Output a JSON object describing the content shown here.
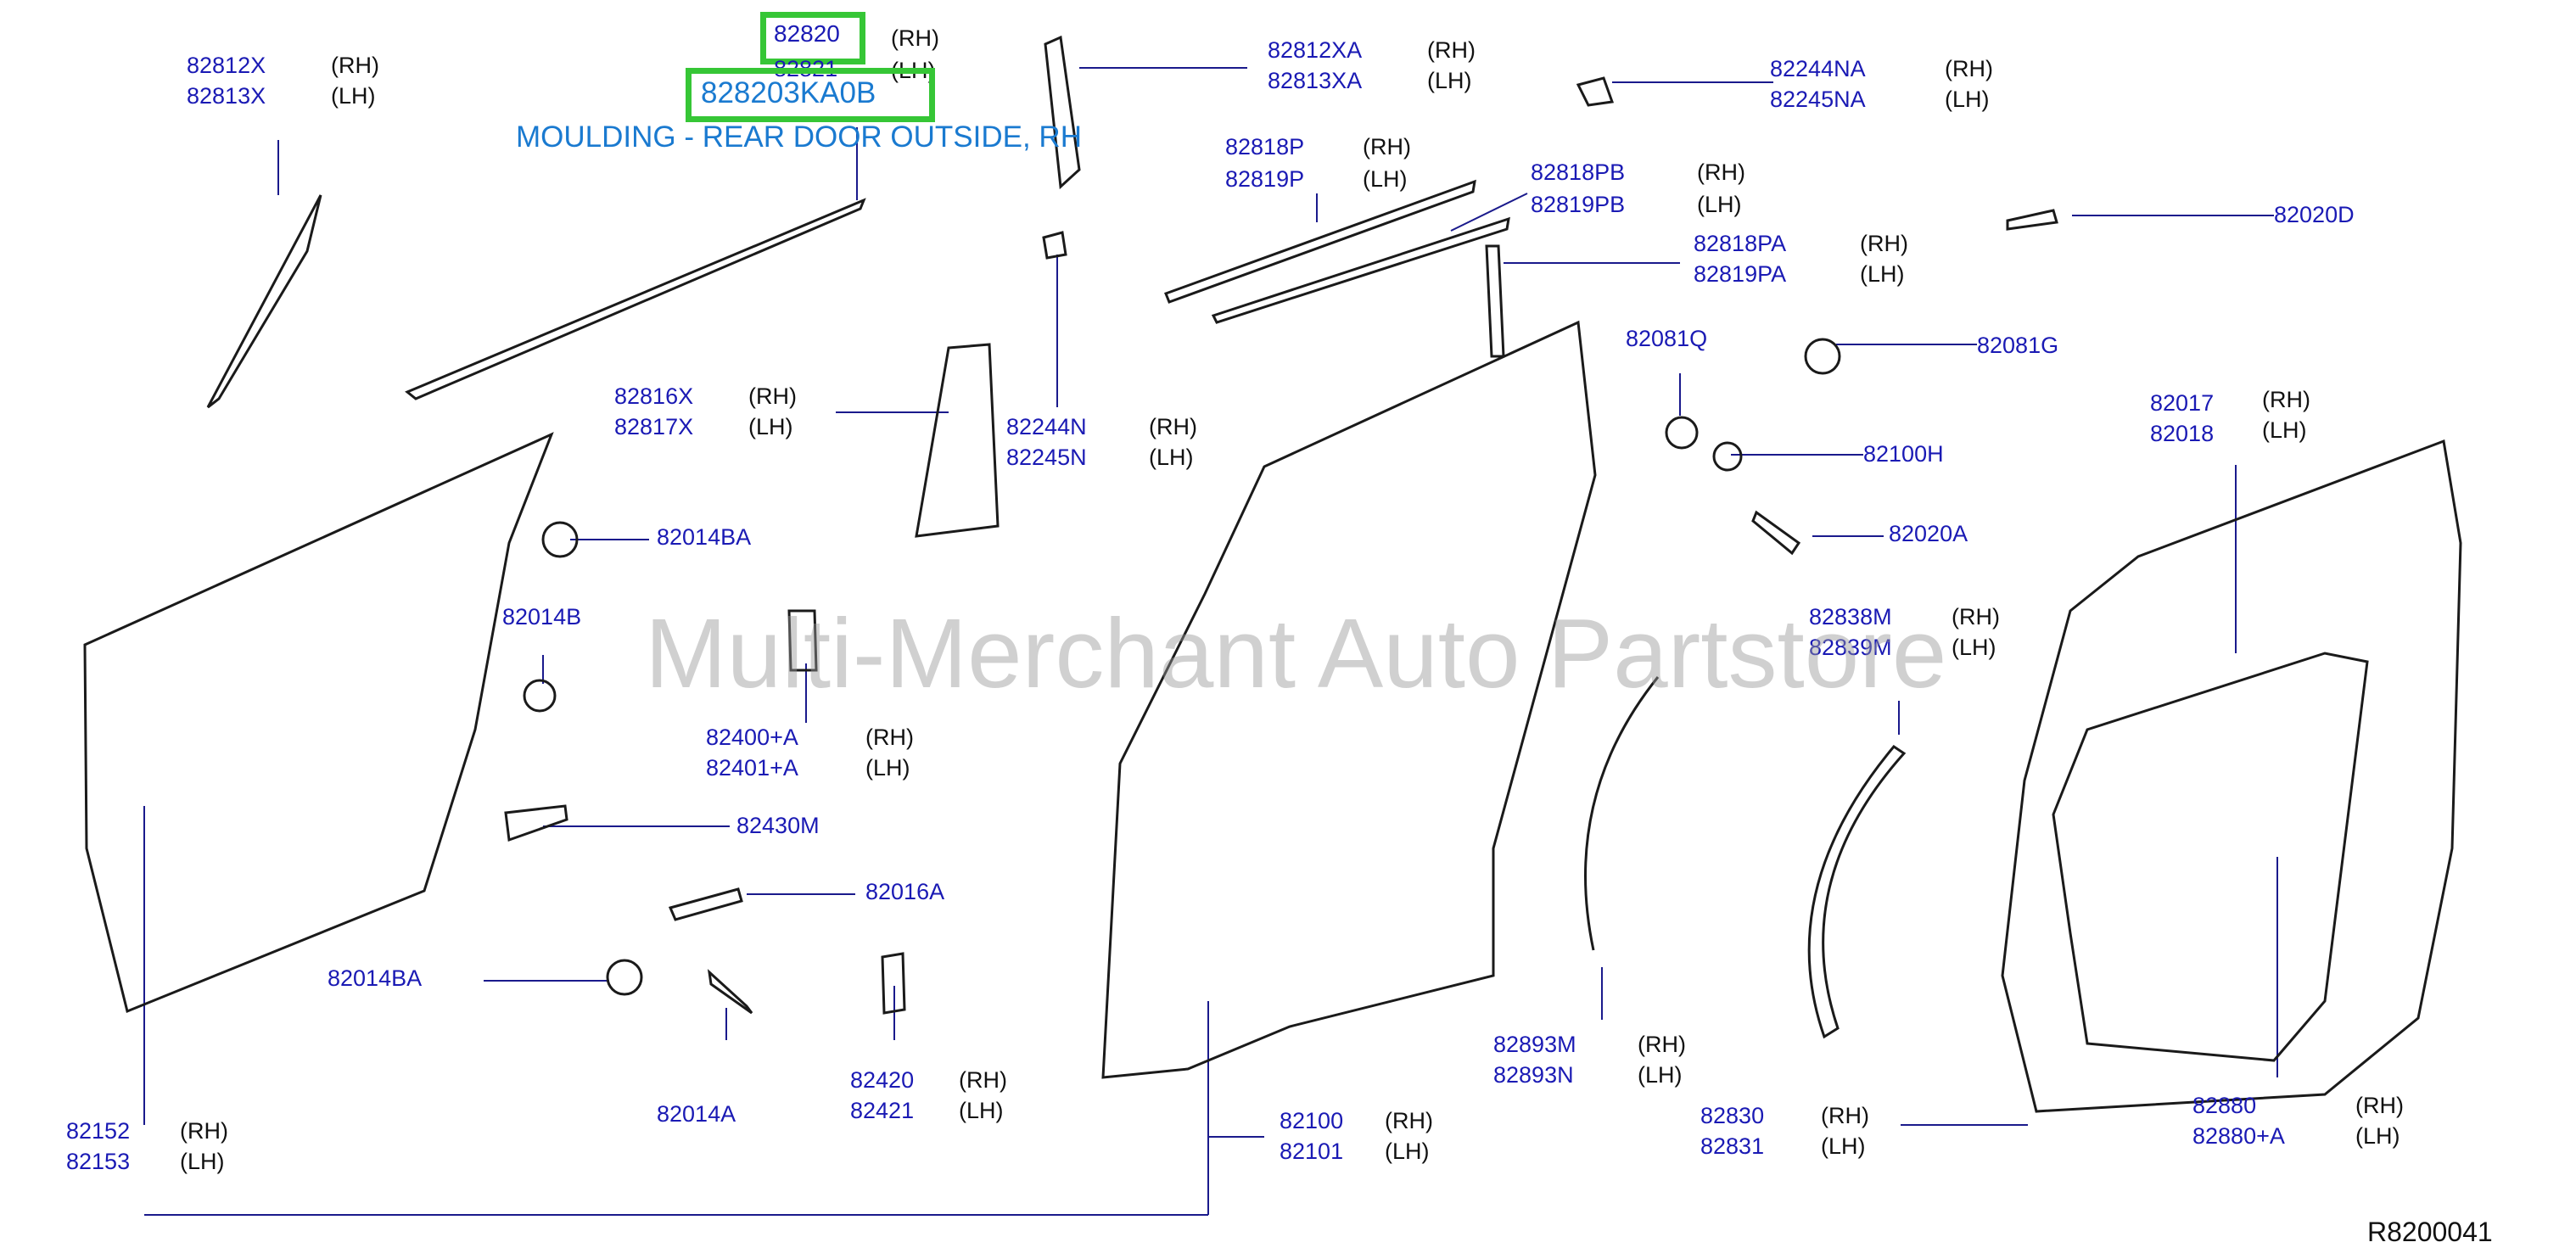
{
  "callout": {
    "primary_part": "82820",
    "highlighted_part": "828203KA0B",
    "description": "MOULDING - REAR DOOR OUTSIDE, RH"
  },
  "watermark": "Multi-Merchant Auto Partstore",
  "diagram_ref": "R8200041",
  "colors": {
    "part_label": "#1a1ab4",
    "callout": "#1a7ad0",
    "highlight": "#36c636",
    "line": "#1a1a8c"
  },
  "labels": {
    "p82821": "82821",
    "s82820": "(RH)",
    "s82821": "(LH)",
    "p82812X": "82812X",
    "p82813X": "82813X",
    "s82812X": "(RH)",
    "s82813X": "(LH)",
    "p82812XA": "82812XA",
    "p82813XA": "82813XA",
    "s82812XA": "(RH)",
    "s82813XA": "(LH)",
    "p82244NA": "82244NA",
    "p82245NA": "82245NA",
    "s82244NA": "(RH)",
    "s82245NA": "(LH)",
    "p82818P": "82818P",
    "p82819P": "82819P",
    "s82818P": "(RH)",
    "s82819P": "(LH)",
    "p82818PB": "82818PB",
    "p82819PB": "82819PB",
    "s82818PB": "(RH)",
    "s82819PB": "(LH)",
    "p82818PA": "82818PA",
    "p82819PA": "82819PA",
    "s82818PA": "(RH)",
    "s82819PA": "(LH)",
    "p82020D": "82020D",
    "p82081Q": "82081Q",
    "p82081G": "82081G",
    "p82816X": "82816X",
    "p82817X": "82817X",
    "s82816X": "(RH)",
    "s82817X": "(LH)",
    "p82244N": "82244N",
    "p82245N": "82245N",
    "s82244N": "(RH)",
    "s82245N": "(LH)",
    "p82017": "82017",
    "p82018": "82018",
    "s82017": "(RH)",
    "s82018": "(LH)",
    "p82100H": "82100H",
    "p82014BA_a": "82014BA",
    "p82020A": "82020A",
    "p82014B": "82014B",
    "p82838M": "82838M",
    "p82839M": "82839M",
    "s82838M": "(RH)",
    "s82839M": "(LH)",
    "p82400A": "82400+A",
    "p82401A": "82401+A",
    "s82400A": "(RH)",
    "s82401A": "(LH)",
    "p82430M": "82430M",
    "p82016A": "82016A",
    "p82014BA_b": "82014BA",
    "p82420": "82420",
    "p82421": "82421",
    "s82420": "(RH)",
    "s82421": "(LH)",
    "p82893M": "82893M",
    "p82893N": "82893N",
    "s82893M": "(RH)",
    "s82893N": "(LH)",
    "p82880": "82880",
    "p82880A": "82880+A",
    "s82880": "(RH)",
    "s82880A": "(LH)",
    "p82014A": "82014A",
    "p82152": "82152",
    "p82153": "82153",
    "s82152": "(RH)",
    "s82153": "(LH)",
    "p82100": "82100",
    "p82101": "82101",
    "s82100": "(RH)",
    "s82101": "(LH)",
    "p82830": "82830",
    "p82831": "82831",
    "s82830": "(RH)",
    "s82831": "(LH)"
  }
}
